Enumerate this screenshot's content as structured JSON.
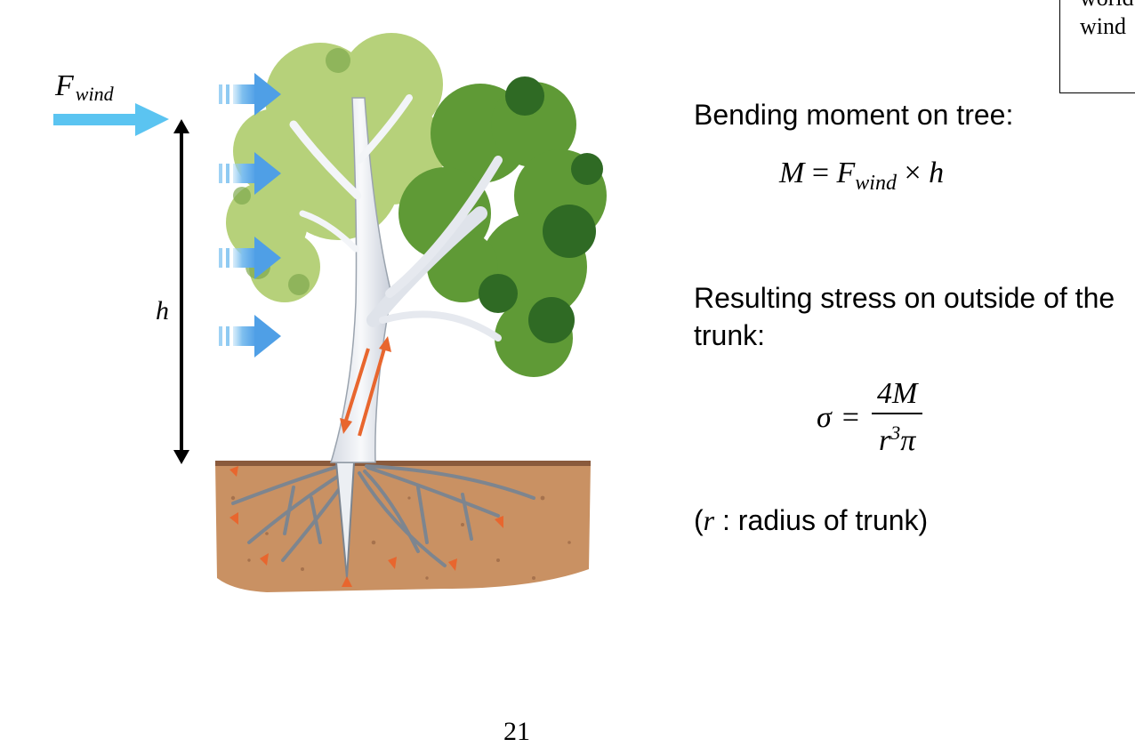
{
  "labels": {
    "force_symbol": "F",
    "force_subscript": "wind",
    "height_symbol": "h"
  },
  "corner_box": {
    "line1": "world",
    "line2": "wind"
  },
  "bending": {
    "heading": "Bending moment on tree:",
    "eq_lhs": "M",
    "eq_equals": "=",
    "eq_f": "F",
    "eq_sub": "wind",
    "eq_times": "×",
    "eq_h": "h"
  },
  "stress": {
    "heading": "Resulting stress on outside of the trunk:",
    "sigma": "σ",
    "equals": "=",
    "numerator": "4M",
    "den_r": "r",
    "den_exp": "3",
    "den_pi": "π"
  },
  "note": {
    "open": "(",
    "symbol": "r",
    "text": " : radius of trunk)"
  },
  "page_number": "21",
  "colors": {
    "wind_arrow": "#5bc4f1",
    "light_foliage": "#b6d17a",
    "dark_foliage": "#5f9a36",
    "deep_foliage": "#2f6a24",
    "soil": "#c99163",
    "stress_arrow": "#e8662e",
    "trunk": "#eef0f4"
  }
}
